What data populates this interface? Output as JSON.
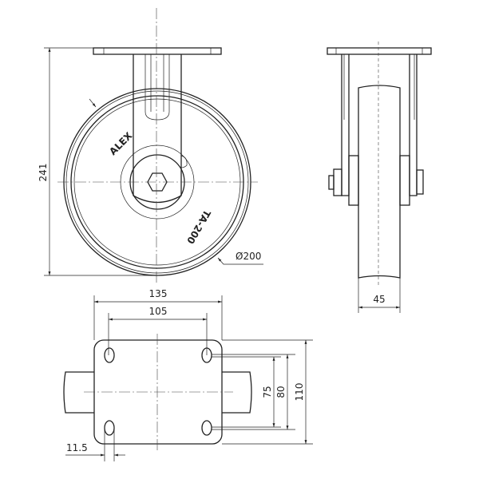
{
  "drawing": {
    "front_view": {
      "height_dim": "241",
      "diameter_dim": "Ø200",
      "brand_text": "ALEX",
      "model_text": "TA-200"
    },
    "side_view": {
      "width_dim": "45"
    },
    "top_view": {
      "plate_width_dim": "135",
      "hole_spacing_x_dim": "105",
      "plate_depth_dim": "110",
      "hole_spacing_outer_dim": "80",
      "hole_spacing_inner_dim": "75",
      "slot_width_dim": "11.5"
    }
  }
}
